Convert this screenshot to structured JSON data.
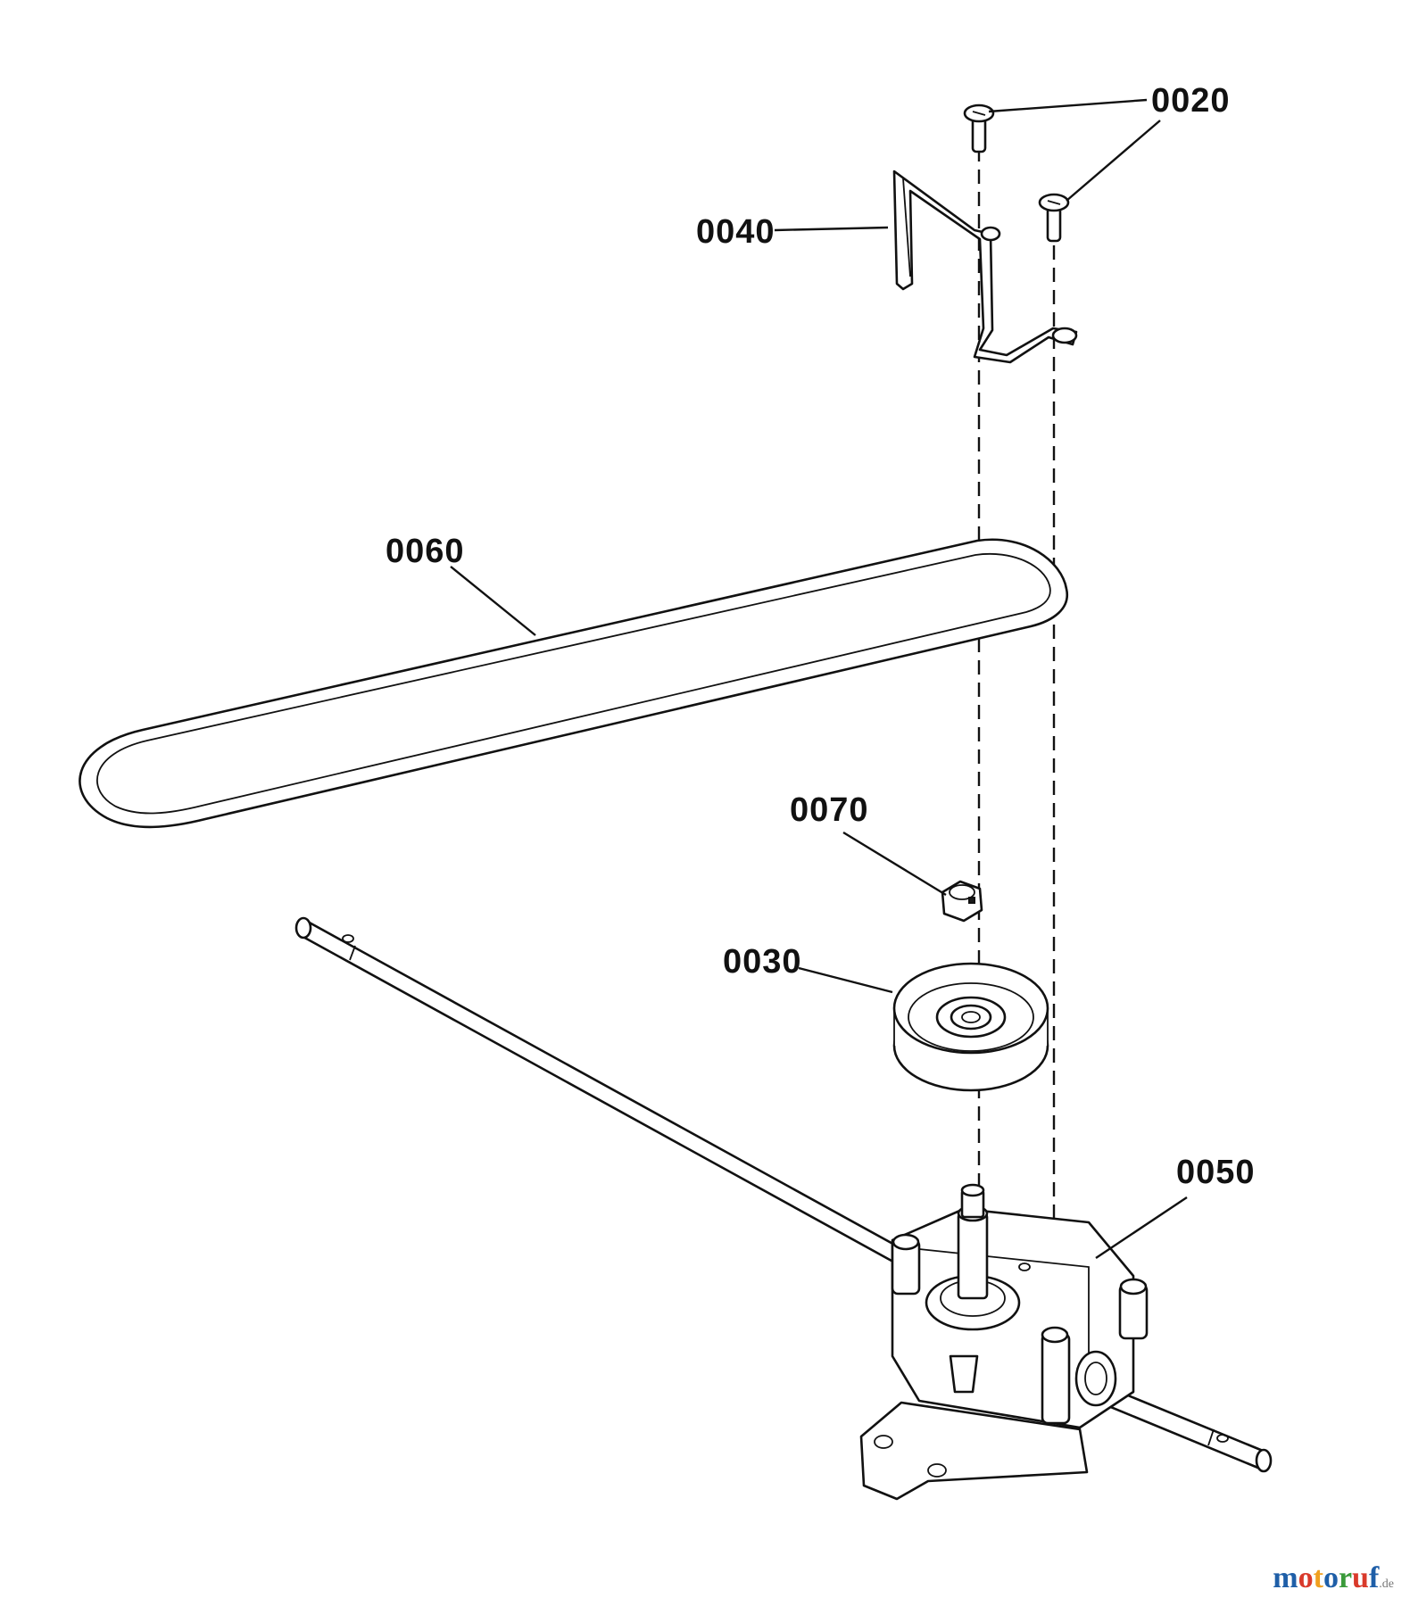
{
  "diagram": {
    "parts": [
      {
        "id": "fixing-screws",
        "label": "0020"
      },
      {
        "id": "v-belt-pulley",
        "label": "0030"
      },
      {
        "id": "belt-guide-bracket",
        "label": "0040"
      },
      {
        "id": "gearbox-transmission",
        "label": "0050"
      },
      {
        "id": "v-belt",
        "label": "0060"
      },
      {
        "id": "lock-nut",
        "label": "0070"
      }
    ]
  },
  "watermark": {
    "letters": [
      {
        "ch": "m",
        "color": "#1f5fa8"
      },
      {
        "ch": "o",
        "color": "#d93a2b"
      },
      {
        "ch": "t",
        "color": "#f0a020"
      },
      {
        "ch": "o",
        "color": "#1f5fa8"
      },
      {
        "ch": "r",
        "color": "#3a9a3a"
      },
      {
        "ch": "u",
        "color": "#d93a2b"
      },
      {
        "ch": "f",
        "color": "#1f5fa8"
      }
    ],
    "tld": ".de"
  }
}
